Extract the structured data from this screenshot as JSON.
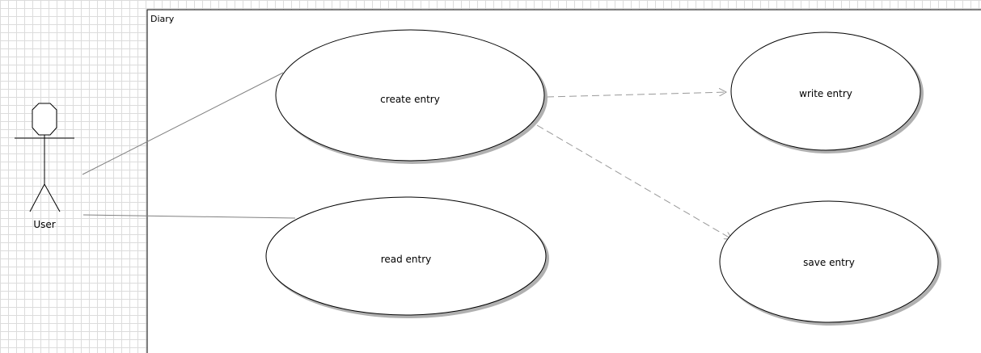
{
  "system": {
    "name": "Diary"
  },
  "actor": {
    "name": "User"
  },
  "use_cases": [
    {
      "id": "create",
      "label": "create entry"
    },
    {
      "id": "write",
      "label": "write entry"
    },
    {
      "id": "read",
      "label": "read entry"
    },
    {
      "id": "save",
      "label": "save entry"
    }
  ],
  "associations": [
    {
      "from": "User",
      "to": "create entry"
    },
    {
      "from": "User",
      "to": "read entry"
    }
  ],
  "dependencies": [
    {
      "from": "create entry",
      "to": "write entry",
      "style": "dashed-arrow"
    },
    {
      "from": "create entry",
      "to": "save entry",
      "style": "dashed-arrow"
    }
  ],
  "colors": {
    "grid": "#dcdcdc",
    "stroke": "#000000",
    "association": "#808080",
    "dependency": "#999999",
    "shadow": "#b0b0b0"
  }
}
